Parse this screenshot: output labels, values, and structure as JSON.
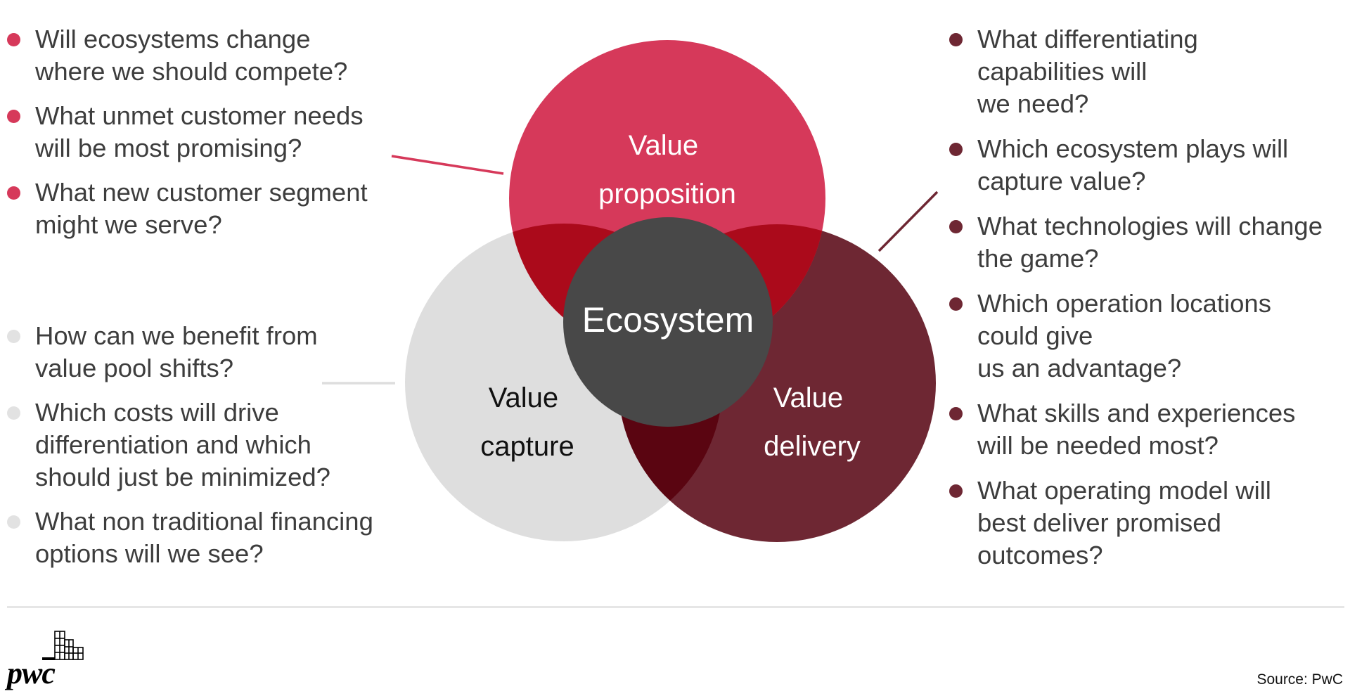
{
  "diagram": {
    "center_label": "Ecosystem",
    "circles": {
      "proposition": {
        "label_lines": [
          "Value",
          "proposition"
        ],
        "color": "#d6395a"
      },
      "capture": {
        "label_lines": [
          "Value",
          "capture"
        ],
        "color": "#dedede"
      },
      "delivery": {
        "label_lines": [
          "Value",
          "delivery"
        ],
        "color": "#6e2733"
      },
      "center": {
        "color": "#484848"
      }
    },
    "overlap_colors": {
      "proposition_capture": "#ab0a1b",
      "proposition_delivery": "#ab0a1b",
      "capture_delivery": "#5a0511"
    }
  },
  "questions": {
    "proposition": {
      "bullet_color": "#d6395a",
      "items": [
        {
          "text": "Will ecosystems change\nwhere we should compete?"
        },
        {
          "text": "What unmet customer needs\nwill be most promising?"
        },
        {
          "text": "What new customer segment\nmight we serve?"
        }
      ]
    },
    "capture": {
      "bullet_color": "#e2e2e2",
      "items": [
        {
          "text": "How can we benefit from\nvalue pool shifts?"
        },
        {
          "text": "Which costs will drive\ndifferentiation and which\nshould just be minimized?"
        },
        {
          "text": "What non traditional financing\noptions will we see?"
        }
      ]
    },
    "delivery": {
      "bullet_color": "#6e2733",
      "items": [
        {
          "text": "What differentiating\ncapabilities will\nwe need?"
        },
        {
          "text": "Which ecosystem plays will\ncapture value?"
        },
        {
          "text": "What technologies will change\nthe game?"
        },
        {
          "text": "Which operation locations\ncould give\nus an advantage?"
        },
        {
          "text": "What skills and experiences\nwill be needed most?"
        },
        {
          "text": "What operating model will\nbest deliver promised\noutcomes?"
        }
      ]
    }
  },
  "footer": {
    "logo_text": "pwc",
    "source": "Source: PwC"
  }
}
